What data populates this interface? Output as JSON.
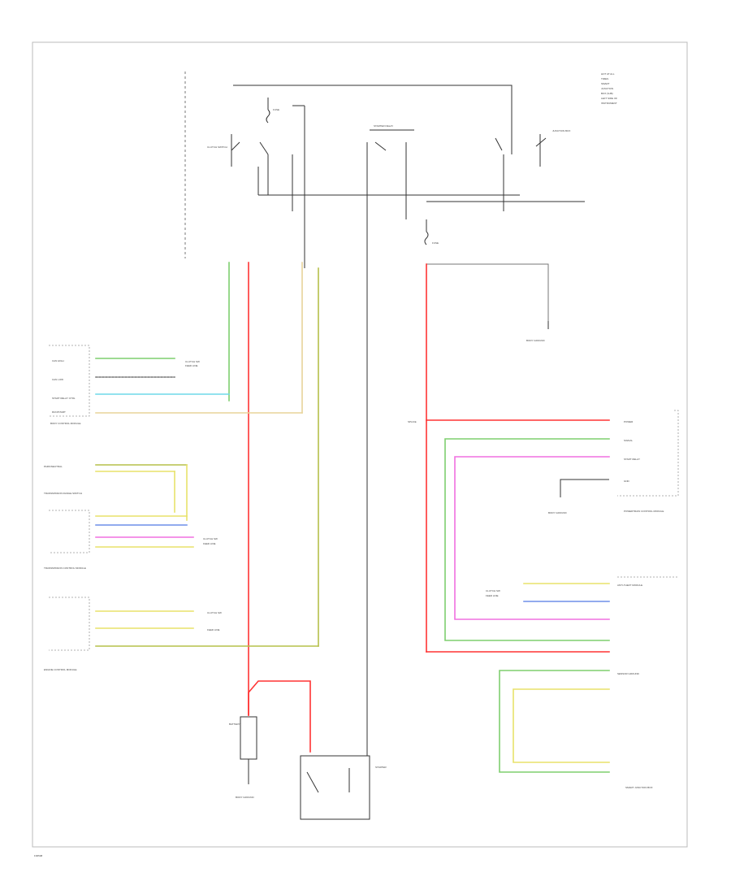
{
  "diagram": {
    "image_id": "F30508"
  },
  "labels": {
    "battery": "BATTERY",
    "starter": "STARTER",
    "ignition_switch": "IGNITION SWITCH",
    "starter_relay": "STARTER RELAY",
    "clutch_switch": "CLUTCH SWITCH",
    "fuse_top": "FUSE",
    "fuse_mid": "FUSE",
    "ground_left": "BODY GROUND",
    "ground_right": "BODY GROUND",
    "ground_mid": "BODY GROUND",
    "splice": "SPLICE",
    "body_control": "BODY CONTROL MODULE",
    "transmission_switch": "TRANSMISSION RANGE SWITCH",
    "transmission_control": "TRANSMISSION CONTROL MODULE",
    "engine_control": "ENGINE CONTROL MODULE",
    "powertrain_control": "POWERTRAIN CONTROL MODULE",
    "junction_box": "JUNCTION BOX",
    "theft_module": "ANTI-THEFT MODULE",
    "smart_junction": "SMART JUNCTION BOX"
  },
  "pins": {
    "can_high": "CAN HIGH",
    "can_low": "CAN LOW",
    "start_relay": "START RELAY CTRL",
    "run_start": "RUN/START",
    "park_neutral": "PARK/NEUTRAL",
    "start_relay_2": "START RELAY",
    "signal": "SIGNAL",
    "power": "POWER",
    "ground": "GND",
    "sensor_ground": "SENSOR GROUND"
  }
}
